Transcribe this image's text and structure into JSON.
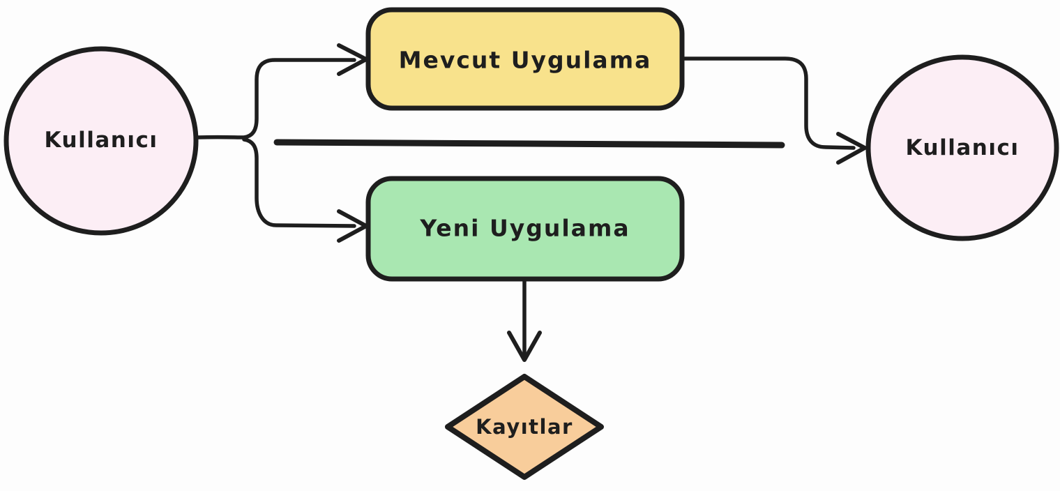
{
  "diagram": {
    "background": "#fdfdfd",
    "stroke_color": "#1e1e1e",
    "nodes": {
      "left_user": {
        "label": "Kullanıcı",
        "shape": "circle",
        "fill": "#fceef5"
      },
      "existing_app": {
        "label": "Mevcut Uygulama",
        "shape": "rounded-rect",
        "fill": "#f8e28c"
      },
      "new_app": {
        "label": "Yeni Uygulama",
        "shape": "rounded-rect",
        "fill": "#a9e7b1"
      },
      "records": {
        "label": "Kayıtlar",
        "shape": "diamond",
        "fill": "#f8cd9b"
      },
      "right_user": {
        "label": "Kullanıcı",
        "shape": "circle",
        "fill": "#fceef5"
      }
    },
    "edges": [
      {
        "from": "left_user",
        "to": "existing_app",
        "arrow": true
      },
      {
        "from": "left_user",
        "to": "right_user",
        "arrow": true
      },
      {
        "from": "left_user",
        "to": "new_app",
        "arrow": true
      },
      {
        "from": "existing_app",
        "to": "right_user",
        "arrow": true
      },
      {
        "from": "new_app",
        "to": "records",
        "arrow": true
      }
    ]
  }
}
